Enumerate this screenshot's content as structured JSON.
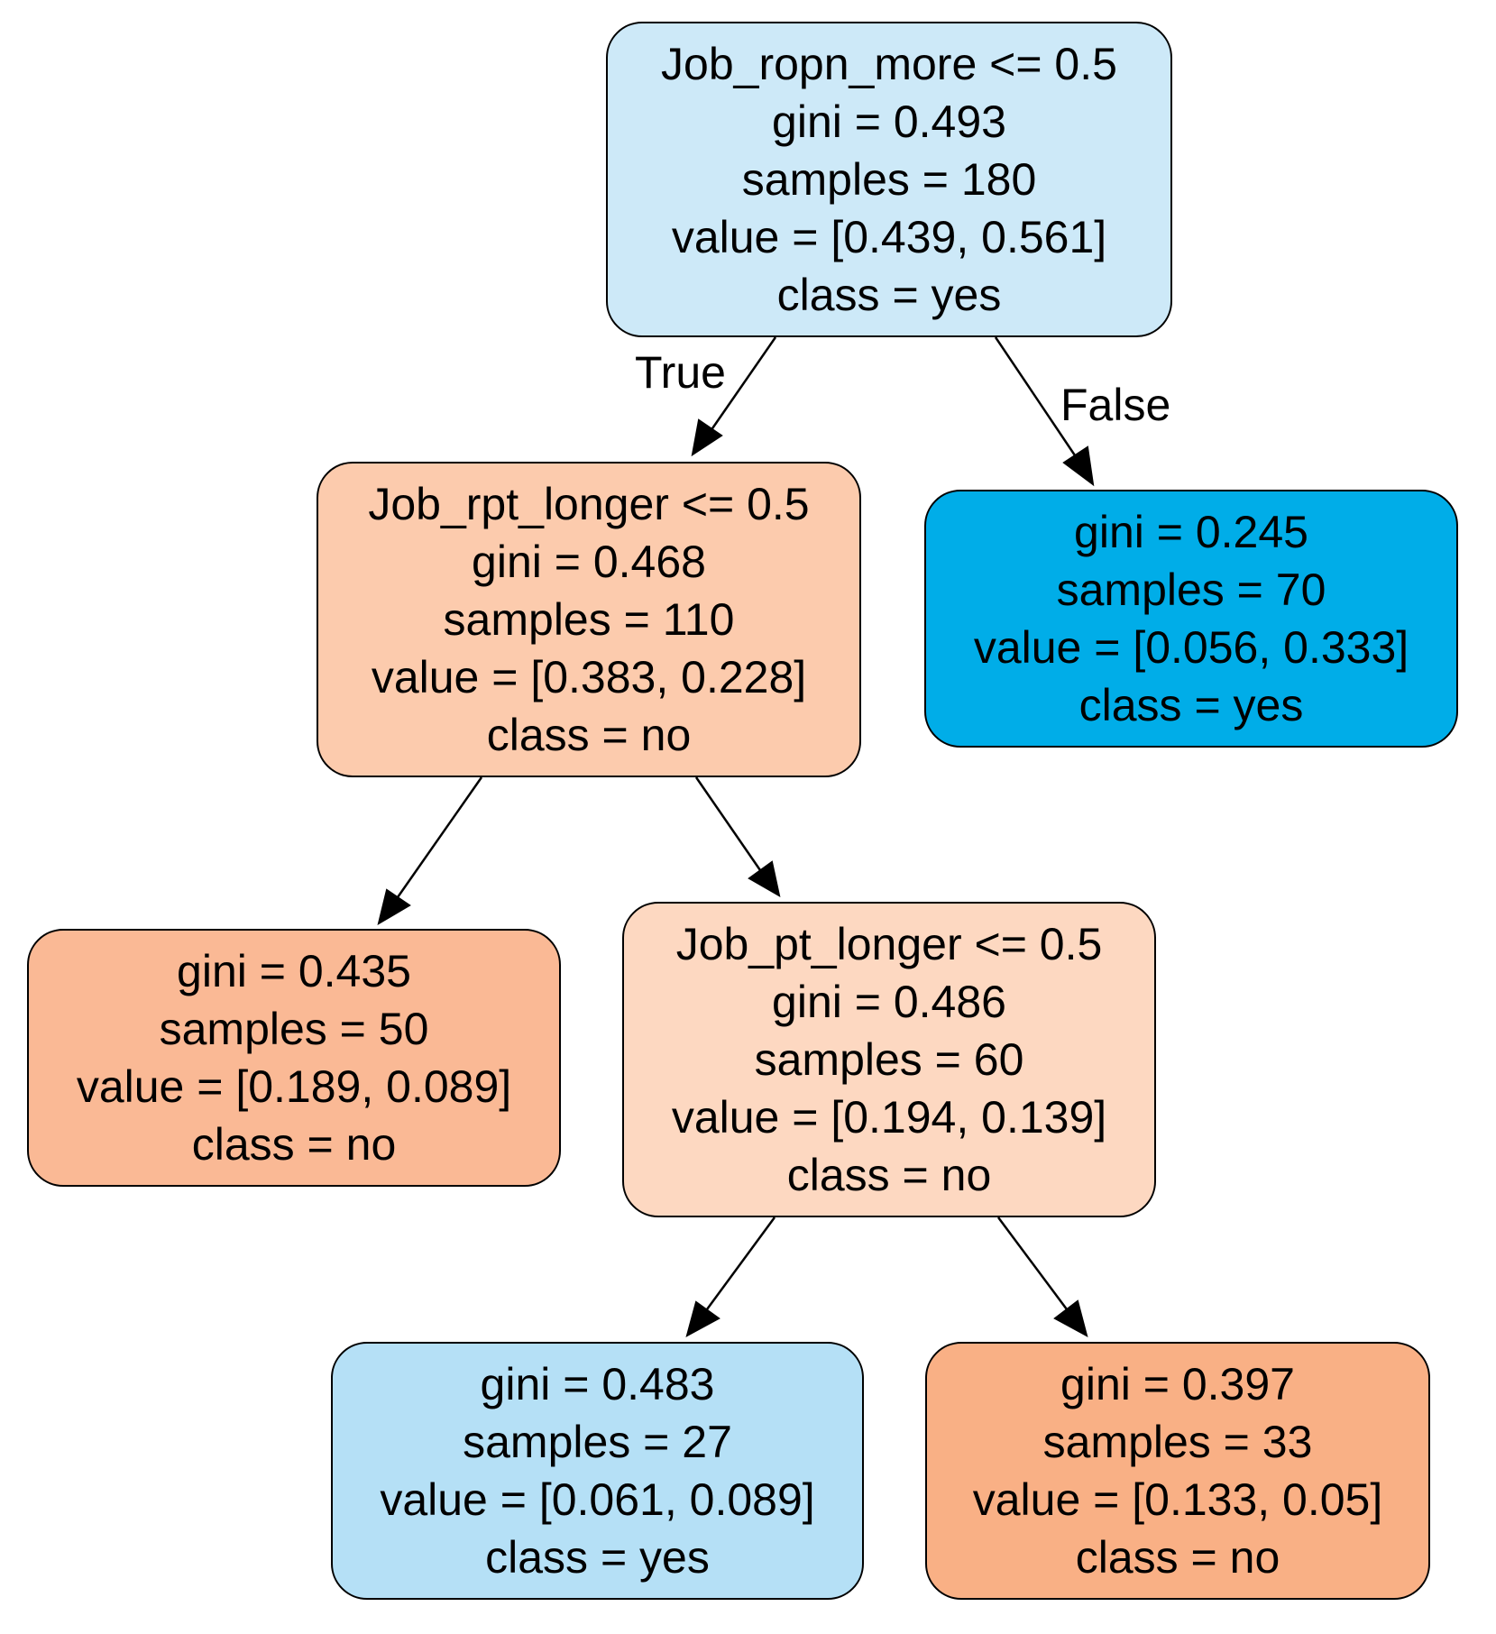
{
  "tree": {
    "nodes": [
      {
        "id": "n0",
        "fill": "#cde9f8",
        "lines": [
          "Job_ropn_more <= 0.5",
          "gini = 0.493",
          "samples = 180",
          "value = [0.439, 0.561]",
          "class = yes"
        ]
      },
      {
        "id": "n1",
        "fill": "#fccbad",
        "lines": [
          "Job_rpt_longer <= 0.5",
          "gini = 0.468",
          "samples = 110",
          "value = [0.383, 0.228]",
          "class = no"
        ]
      },
      {
        "id": "n2",
        "fill": "#00ade8",
        "lines": [
          "gini = 0.245",
          "samples = 70",
          "value = [0.056, 0.333]",
          "class = yes"
        ]
      },
      {
        "id": "n3",
        "fill": "#fab995",
        "lines": [
          "gini = 0.435",
          "samples = 50",
          "value = [0.189, 0.089]",
          "class = no"
        ]
      },
      {
        "id": "n4",
        "fill": "#fdd8c1",
        "lines": [
          "Job_pt_longer <= 0.5",
          "gini = 0.486",
          "samples = 60",
          "value = [0.194, 0.139]",
          "class = no"
        ]
      },
      {
        "id": "n5",
        "fill": "#b5e0f6",
        "lines": [
          "gini = 0.483",
          "samples = 27",
          "value = [0.061, 0.089]",
          "class = yes"
        ]
      },
      {
        "id": "n6",
        "fill": "#f9b085",
        "lines": [
          "gini = 0.397",
          "samples = 33",
          "value = [0.133, 0.05]",
          "class = no"
        ]
      }
    ],
    "edges": [
      {
        "from": "n0",
        "to": "n1",
        "label": "True"
      },
      {
        "from": "n0",
        "to": "n2",
        "label": "False"
      },
      {
        "from": "n1",
        "to": "n3"
      },
      {
        "from": "n1",
        "to": "n4"
      },
      {
        "from": "n4",
        "to": "n5"
      },
      {
        "from": "n4",
        "to": "n6"
      }
    ]
  }
}
